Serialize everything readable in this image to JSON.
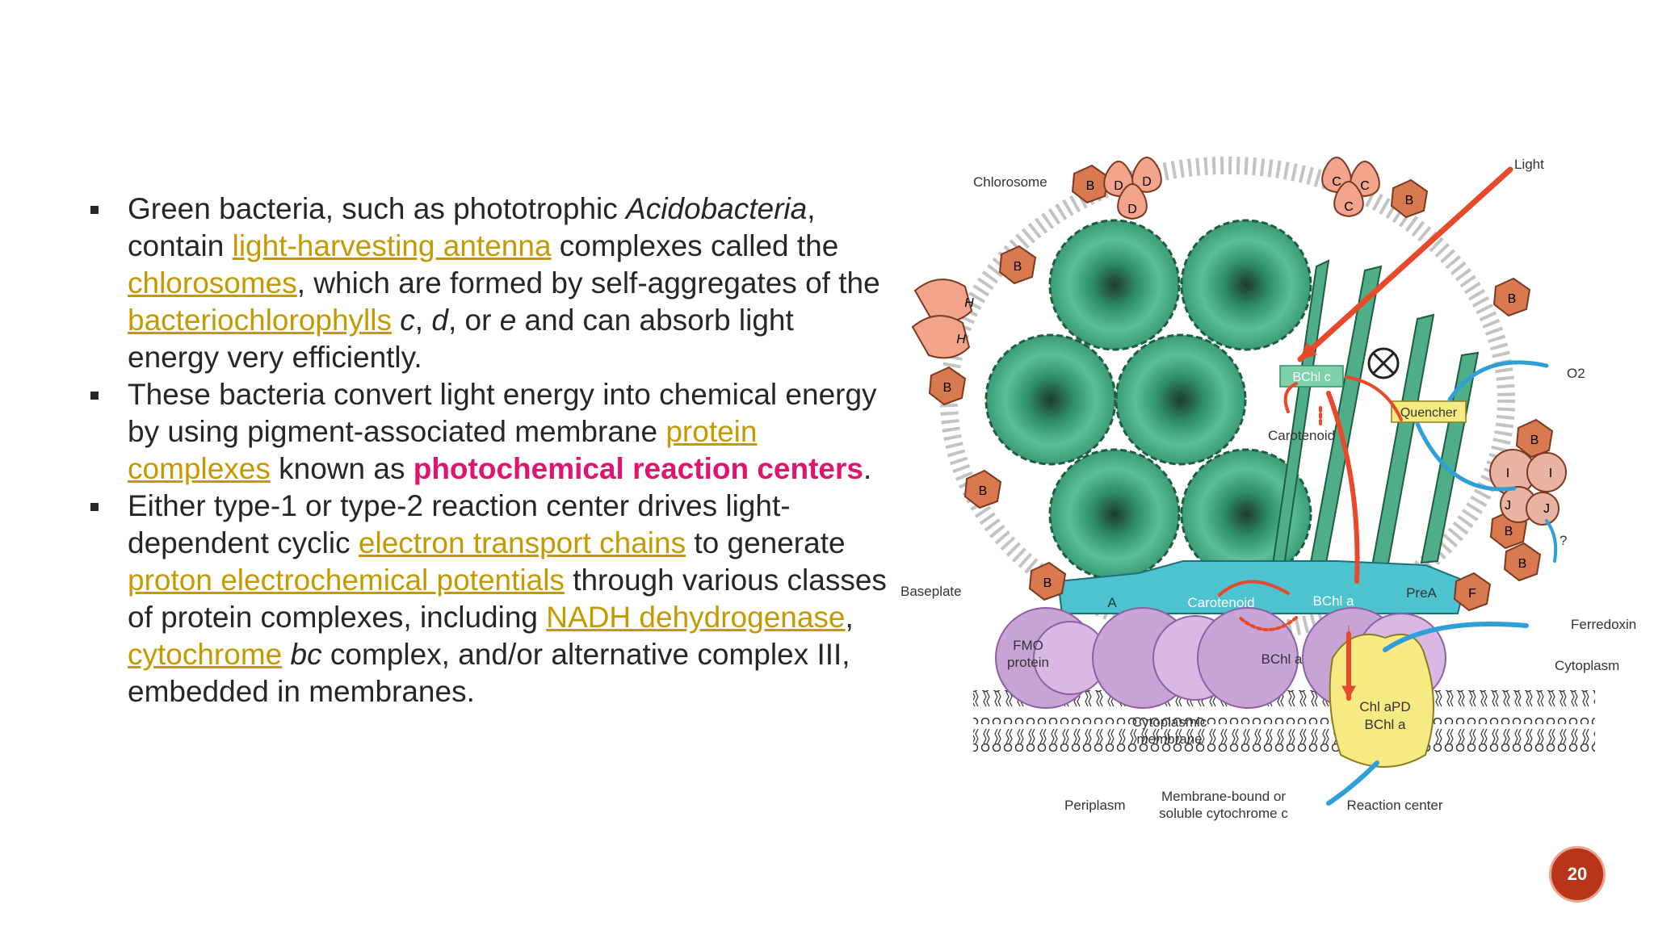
{
  "text": {
    "b1": {
      "t1": "Green bacteria, such as phototrophic ",
      "t2": "Acidobacteria",
      "t3": ", contain ",
      "link1": "light-harvesting antenna",
      "t4": " complexes called the ",
      "link2": "chlorosomes",
      "t5": ", which are formed by self-aggregates of the ",
      "link3": "bacteriochlorophylls",
      "t6": " ",
      "i1": "c",
      "t7": ", ",
      "i2": "d",
      "t8": ", or ",
      "i3": "e",
      "t9": " and can absorb light energy very efficiently."
    },
    "b2": {
      "t1": "These bacteria convert light energy into chemical energy by using pigment-associated membrane ",
      "link1": "protein complexes",
      "t2": " known as ",
      "highlight": "photochemical reaction centers",
      "t3": "."
    },
    "b3": {
      "t1": "Either type-1 or type-2 reaction center drives light-dependent cyclic ",
      "link1": "electron transport chains",
      "t2": " to generate ",
      "link2": "proton electrochemical potentials",
      "t3": " through various classes of protein complexes, including ",
      "link3": "NADH dehydrogenase",
      "t4": ", ",
      "link4": "cytochrome",
      "t5": " ",
      "i1": "bc",
      "t6": " complex, and/or alternative complex III, embedded in membranes."
    }
  },
  "figure": {
    "chlorosome": "Chlorosome",
    "light": "Light",
    "baseplate": "Baseplate",
    "bchl_c": "BChl c",
    "carotenoid_top": "Carotenoid",
    "quencher": "Quencher",
    "o2": "O2",
    "fmo": "FMO",
    "protein": "protein",
    "carotenoid_bottom": "Carotenoid",
    "bchl_a_top": "BChl a",
    "bchl_a_mid": "BChl a",
    "prea": "PreA",
    "ferredoxin": "Ferredoxin",
    "cytoplasm": "Cytoplasm",
    "cytoplasmic_membrane_1": "Cytoplasmic",
    "cytoplasmic_membrane_2": "membrane",
    "chl_apd": "Chl aPD",
    "bchl_a_rc": "BChl a",
    "periplasm": "Periplasm",
    "cytc_1": "Membrane-bound or",
    "cytc_2": "soluble cytochrome c",
    "reaction_center": "Reaction center",
    "question": "?",
    "letters": {
      "a": "A",
      "b": "B",
      "c": "C",
      "d": "D",
      "f": "F",
      "h": "H",
      "i": "I",
      "j": "J"
    }
  },
  "page_number": "20",
  "colors": {
    "link": "#c49a00",
    "highlight": "#e0146e",
    "accent": "#b8351a",
    "text": "#262626"
  }
}
